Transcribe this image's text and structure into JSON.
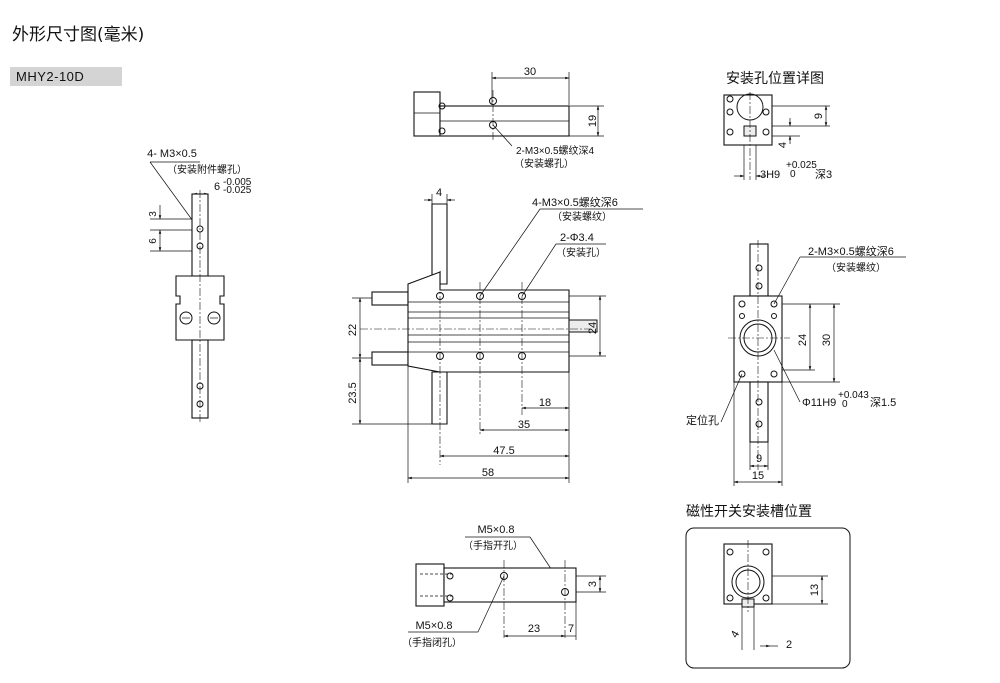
{
  "header": {
    "title": "外形尺寸图(毫米)",
    "model": "MHY2-10D"
  },
  "views": {
    "mount_hole_detail": {
      "title": "安装孔位置详图",
      "dim_9": "9",
      "dim_4": "4",
      "dim_3h9": "3H9",
      "tol_upper": "+0.025",
      "tol_lower": "0",
      "depth": "深3"
    },
    "switch_slot": {
      "title": "磁性开关安装槽位置",
      "dim_13": "13",
      "dim_4": "4",
      "dim_2": "2"
    },
    "top_view": {
      "dim_30": "30",
      "dim_19": "19",
      "note1": "2-M3×0.5螺纹深4",
      "note2": "（安装螺孔）"
    },
    "left_view": {
      "note1": "4- M3×0.5",
      "note2": "（安装附件螺孔）",
      "dim_6": "6",
      "tol_upper": "-0.005",
      "tol_lower": "-0.025",
      "dim_3": "3",
      "dim_6b": "6"
    },
    "front_view": {
      "note_a1": "4-M3×0.5螺纹深6",
      "note_a2": "（安装螺纹）",
      "note_b1": "2-Φ3.4",
      "note_b2": "（安装孔）",
      "dim_4": "4",
      "dim_22": "22",
      "dim_23_5": "23.5",
      "dim_24": "24",
      "dim_18": "18",
      "dim_35": "35",
      "dim_47_5": "47.5",
      "dim_58": "58"
    },
    "side_view": {
      "note_a1": "2-M3×0.5螺纹深6",
      "note_a2": "（安装螺纹）",
      "dim_24": "24",
      "dim_30": "30",
      "locate_label": "定位孔",
      "bore": "Φ11H9",
      "bore_tol_upper": "+0.043",
      "bore_tol_lower": "0",
      "bore_depth": "深1.5",
      "dim_9": "9",
      "dim_15": "15"
    },
    "bottom_view": {
      "note_open1": "M5×0.8",
      "note_open2": "（手指开孔）",
      "note_close1": "M5×0.8",
      "note_close2": "（手指闭孔）",
      "dim_3": "3",
      "dim_23": "23",
      "dim_7": "7"
    }
  }
}
